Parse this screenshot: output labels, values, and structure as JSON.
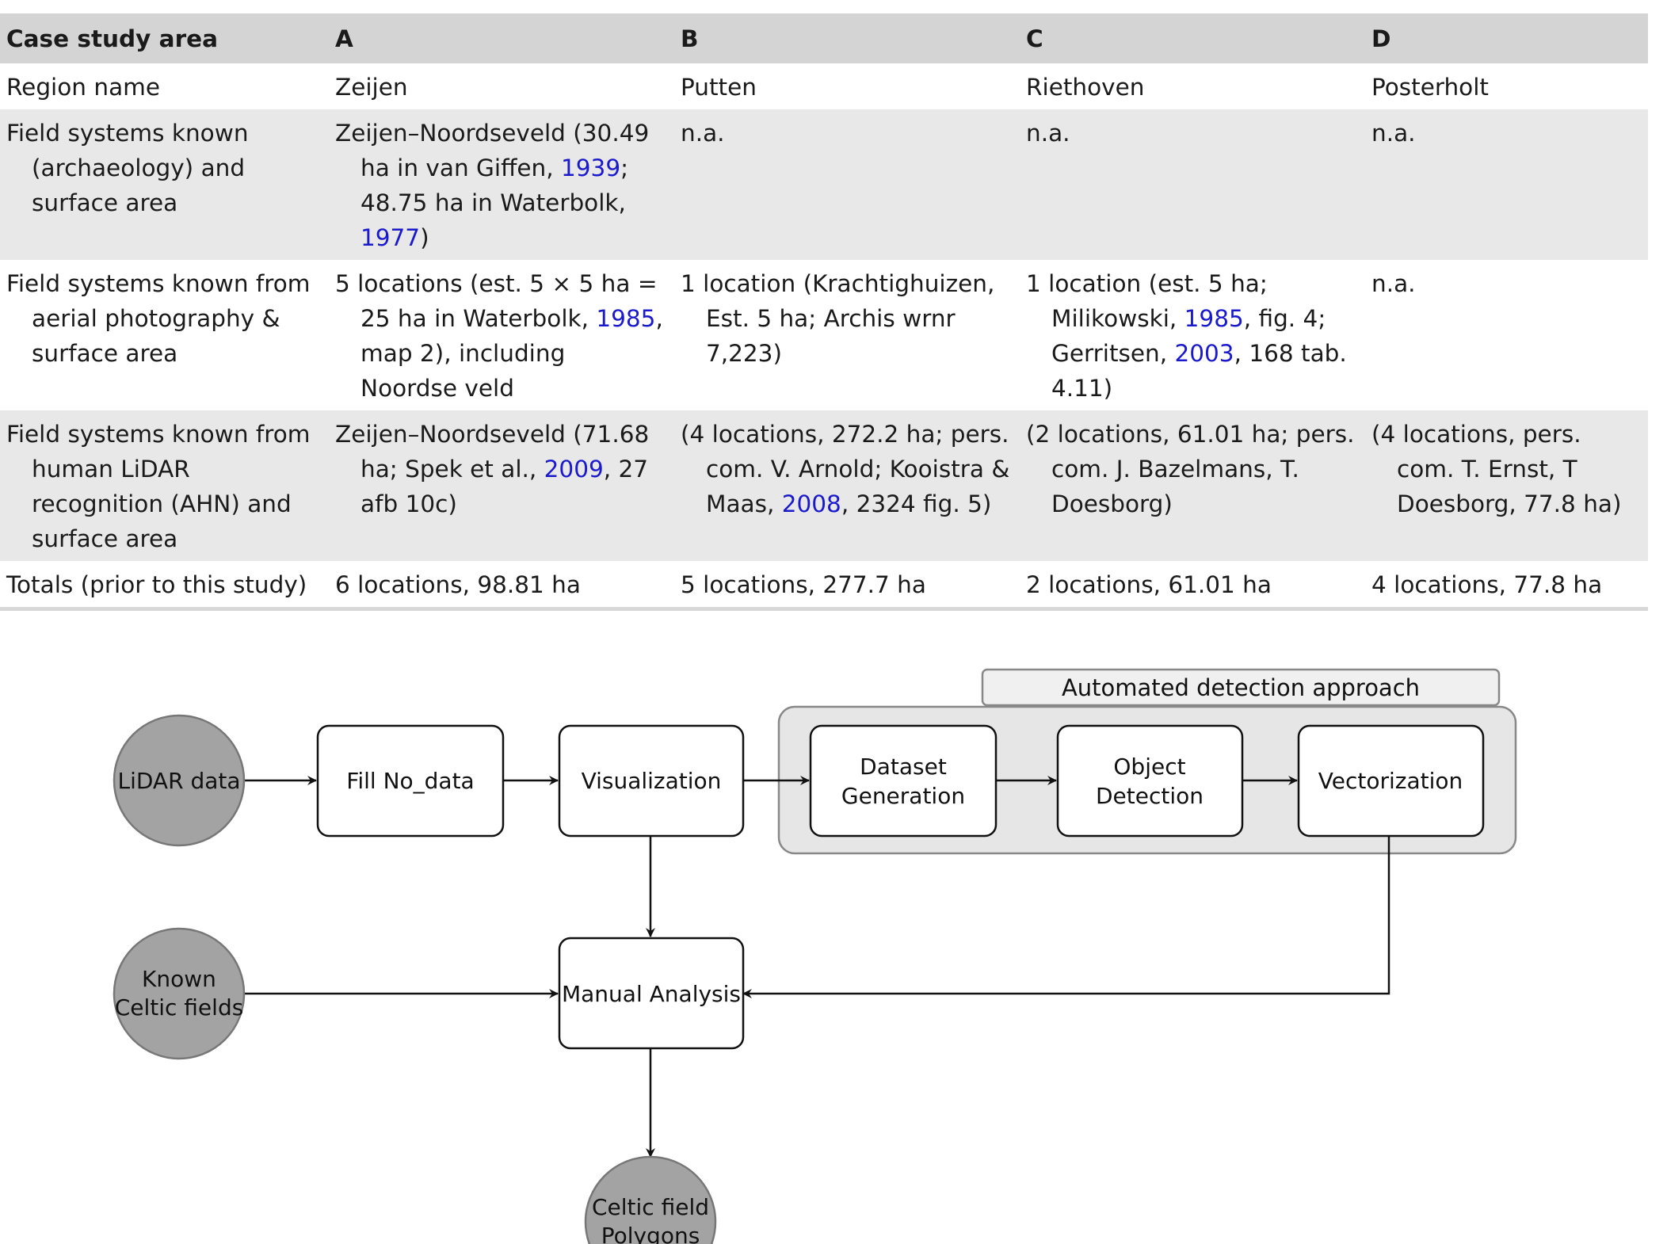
{
  "table": {
    "headers": [
      "Case study area",
      "A",
      "B",
      "C",
      "D"
    ],
    "rows": [
      {
        "label": "Region name",
        "cells": [
          [
            {
              "t": "Zeijen"
            }
          ],
          [
            {
              "t": "Putten"
            }
          ],
          [
            {
              "t": "Riethoven"
            }
          ],
          [
            {
              "t": "Posterholt"
            }
          ]
        ]
      },
      {
        "label": "Field systems known (archaeology) and surface area",
        "cells": [
          [
            {
              "t": "Zeijen–Noordseveld (30.49 ha in van Giffen, "
            },
            {
              "t": "1939",
              "ref": true
            },
            {
              "t": "; 48.75 ha in Waterbolk, "
            },
            {
              "t": "1977",
              "ref": true
            },
            {
              "t": ")"
            }
          ],
          [
            {
              "t": "n.a."
            }
          ],
          [
            {
              "t": "n.a."
            }
          ],
          [
            {
              "t": "n.a."
            }
          ]
        ]
      },
      {
        "label": "Field systems known from aerial photography & surface area",
        "cells": [
          [
            {
              "t": "5 locations (est. 5 × 5 ha = 25 ha in Waterbolk, "
            },
            {
              "t": "1985",
              "ref": true
            },
            {
              "t": ", map 2), including Noordse veld"
            }
          ],
          [
            {
              "t": "1 location (Krachtighuizen, Est. 5 ha; Archis wrnr 7,223)"
            }
          ],
          [
            {
              "t": "1 location (est. 5 ha; Milikowski, "
            },
            {
              "t": "1985",
              "ref": true
            },
            {
              "t": ", fig. 4; Gerritsen, "
            },
            {
              "t": "2003",
              "ref": true
            },
            {
              "t": ", 168 tab. 4.11)"
            }
          ],
          [
            {
              "t": "n.a."
            }
          ]
        ]
      },
      {
        "label": "Field systems known from human LiDAR recognition (AHN) and surface area",
        "cells": [
          [
            {
              "t": "Zeijen–Noordseveld (71.68 ha; Spek et al., "
            },
            {
              "t": "2009",
              "ref": true
            },
            {
              "t": ", 27 afb 10c)"
            }
          ],
          [
            {
              "t": "(4 locations, 272.2 ha; pers. com. V. Arnold; Kooistra & Maas, "
            },
            {
              "t": "2008",
              "ref": true
            },
            {
              "t": ", 2324 fig. 5)"
            }
          ],
          [
            {
              "t": "(2 locations, 61.01 ha; pers. com. J. Bazelmans, T. Doesborg)"
            }
          ],
          [
            {
              "t": "(4 locations, pers. com. T. Ernst, T Doesborg, 77.8 ha)"
            }
          ]
        ]
      },
      {
        "label": "Totals (prior to this study)",
        "cells": [
          [
            {
              "t": "6 locations, 98.81 ha"
            }
          ],
          [
            {
              "t": "5 locations, 277.7 ha"
            }
          ],
          [
            {
              "t": "2 locations, 61.01 ha"
            }
          ],
          [
            {
              "t": "4 locations, 77.8 ha"
            }
          ]
        ]
      }
    ]
  },
  "flowchart": {
    "group_label": "Automated detection approach",
    "nodes": {
      "lidar": "LiDAR data",
      "fill": "Fill No_data",
      "visualization": "Visualization",
      "dataset_line1": "Dataset",
      "dataset_line2": "Generation",
      "object_line1": "Object",
      "object_line2": "Detection",
      "vectorization": "Vectorization",
      "known_line1": "Known",
      "known_line2": "Celtic fields",
      "manual": "Manual Analysis",
      "output_line1": "Celtic field",
      "output_line2": "Polygons"
    }
  }
}
